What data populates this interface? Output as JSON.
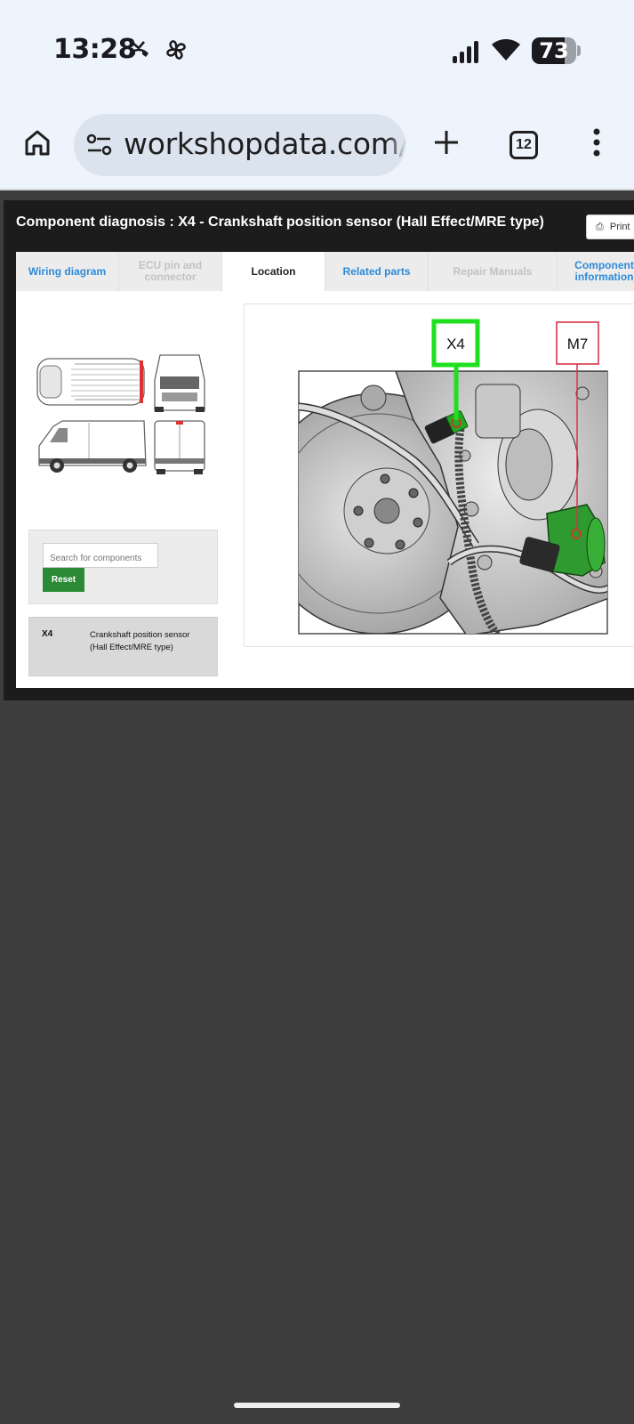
{
  "status_bar": {
    "time": "13:28",
    "battery_level": "73",
    "battery_fraction": 0.73,
    "icons": [
      "missed-call-icon",
      "fan-icon",
      "signal-icon",
      "wifi-icon",
      "battery-icon"
    ]
  },
  "browser": {
    "url": "workshopdata.com/to",
    "tab_count": "12",
    "icons": [
      "home-icon",
      "site-settings-icon",
      "new-tab-icon",
      "tab-switcher-icon",
      "more-menu-icon"
    ]
  },
  "page": {
    "title": "Component diagnosis : X4 - Crankshaft position sensor (Hall Effect/MRE type)",
    "print_label": "Print",
    "tabs": [
      {
        "label": "Wiring diagram",
        "state": "link"
      },
      {
        "label": "ECU pin and connector",
        "state": "disabled"
      },
      {
        "label": "Location",
        "state": "active"
      },
      {
        "label": "Related parts",
        "state": "link"
      },
      {
        "label": "Repair Manuals",
        "state": "disabled"
      },
      {
        "label": "Component information",
        "state": "link"
      }
    ],
    "search": {
      "placeholder": "Search for components",
      "reset_label": "Reset"
    },
    "results": [
      {
        "code": "X4",
        "description": "Crankshaft position sensor (Hall Effect/MRE type)"
      }
    ],
    "diagram": {
      "callouts": [
        {
          "label": "X4",
          "color": "#1ee01e"
        },
        {
          "label": "M7",
          "color": "#d8334a"
        }
      ]
    }
  },
  "colors": {
    "accent_link": "#2e8bd8",
    "reset_button": "#2a8a35",
    "page_bg_dark": "#3d3d3d",
    "highlight_green": "#1ee01e"
  }
}
